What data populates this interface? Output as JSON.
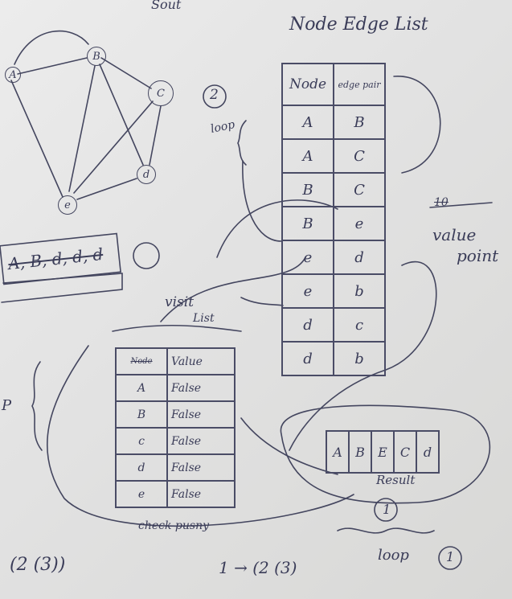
{
  "header": {
    "top_scribble": "Sout",
    "title": "Node Edge List"
  },
  "graph_nodes": [
    "A",
    "B",
    "C",
    "d",
    "e"
  ],
  "marks": {
    "two_circle": "2",
    "one_circle": "1",
    "loop_circle": "1"
  },
  "labels": {
    "loop": "loop",
    "value_strike": "10",
    "value_point_1": "value",
    "value_point_2": "point",
    "visit": "visit",
    "list": "List",
    "check": "check pusny",
    "result": "Result",
    "bottom_loop": "loop",
    "p_left": "P",
    "formula_left": "(2 (3))",
    "formula_mid": "1 → (2 (3)"
  },
  "list_box": {
    "text": "A, B, d, d, d"
  },
  "node_edge_table": {
    "headers": [
      "Node",
      "edge pair"
    ],
    "rows": [
      [
        "A",
        "B"
      ],
      [
        "A",
        "C"
      ],
      [
        "B",
        "C"
      ],
      [
        "B",
        "e"
      ],
      [
        "e",
        "d"
      ],
      [
        "e",
        "b"
      ],
      [
        "d",
        "c"
      ],
      [
        "d",
        "b"
      ]
    ]
  },
  "visit_table": {
    "headers": [
      "Node",
      "Value"
    ],
    "rows": [
      [
        "A",
        "False"
      ],
      [
        "B",
        "False"
      ],
      [
        "c",
        "False"
      ],
      [
        "d",
        "False"
      ],
      [
        "e",
        "False"
      ]
    ]
  },
  "result_box": {
    "cells": [
      "A",
      "B",
      "E",
      "C",
      "d"
    ]
  },
  "ink_color": "#3a3c58"
}
